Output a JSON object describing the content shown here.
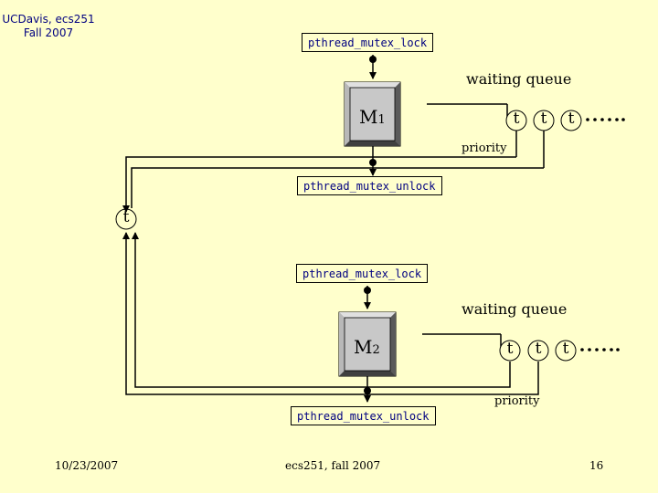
{
  "header": {
    "course": "UCDavis, ecs251",
    "term": "Fall 2007"
  },
  "diagram": {
    "top": {
      "lock_label": "pthread_mutex_lock",
      "unlock_label": "pthread_mutex_unlock",
      "mutex_label": "M",
      "mutex_sub": "1",
      "queue_label": "waiting queue",
      "priority_label": "priority",
      "threads": [
        "t",
        "t",
        "t"
      ]
    },
    "middle_thread": "t",
    "bottom": {
      "lock_label": "pthread_mutex_lock",
      "unlock_label": "pthread_mutex_unlock",
      "mutex_label": "M",
      "mutex_sub": "2",
      "queue_label": "waiting queue",
      "priority_label": "priority",
      "threads": [
        "t",
        "t",
        "t"
      ]
    }
  },
  "footer": {
    "date": "10/23/2007",
    "course": "ecs251, fall 2007",
    "page": "16"
  }
}
